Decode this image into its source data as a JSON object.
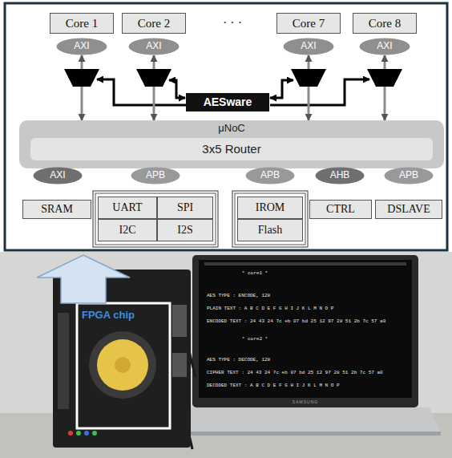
{
  "diagram": {
    "nodes": [
      {
        "text": [
          "Core 1"
        ]
      },
      {
        "text": [
          "Core 2"
        ]
      },
      {
        "text": [
          "Core 7"
        ]
      },
      {
        "text": [
          "Core 8"
        ]
      },
      {
        "text": [
          "AXI"
        ]
      },
      {
        "text": [
          "AXI"
        ]
      },
      {
        "text": [
          "AXI"
        ]
      },
      {
        "text": [
          "AXI"
        ]
      },
      {
        "text": [
          "AESware"
        ]
      },
      {
        "text": [
          "μNoC"
        ]
      },
      {
        "text": [
          "3x5 Router"
        ],
        "in": 9
      },
      {
        "text": [
          "AXI"
        ]
      },
      {
        "text": [
          "APB"
        ]
      },
      {
        "text": [
          "APB"
        ]
      },
      {
        "text": [
          "AHB"
        ]
      },
      {
        "text": [
          "APB"
        ]
      },
      {
        "text": [
          "SRAM"
        ]
      },
      {
        "text": [
          "UART"
        ]
      },
      {
        "text": [
          "SPI"
        ]
      },
      {
        "text": [
          "I2C"
        ]
      },
      {
        "text": [
          "I2S"
        ]
      },
      {
        "text": [
          "IROM"
        ]
      },
      {
        "text": [
          "Flash"
        ]
      },
      {
        "text": [
          "CTRL"
        ]
      },
      {
        "text": [
          "DSLAVE"
        ]
      }
    ],
    "edges": [
      {
        "from": 4,
        "to": 9,
        "arrow": "both"
      },
      {
        "from": 5,
        "to": 9,
        "arrow": "both"
      },
      {
        "from": 6,
        "to": 9,
        "arrow": "both"
      },
      {
        "from": 7,
        "to": 9,
        "arrow": "both"
      }
    ],
    "labels": [
      "· · ·",
      "FPGA chip",
      "* core1 *",
      "AES TYPE : ENCODE, 128",
      "PLAIN TEXT : A B C D E F G H I J K L M N O P",
      "ENCODED TEXT : 24 43 24 7c eb 07 bd 25 12 97 28 51 2b 7c 57 a0",
      "* core2 *",
      "AES TYPE : DECODE, 128",
      "CIPHER TEXT : 24 43 24 7c eb 07 bd 25 12 97 28 51 2b 7c 57 a0",
      "DECODED TEXT : A B C D E F G H I J K L M N O P",
      "SAMSUNG"
    ]
  }
}
